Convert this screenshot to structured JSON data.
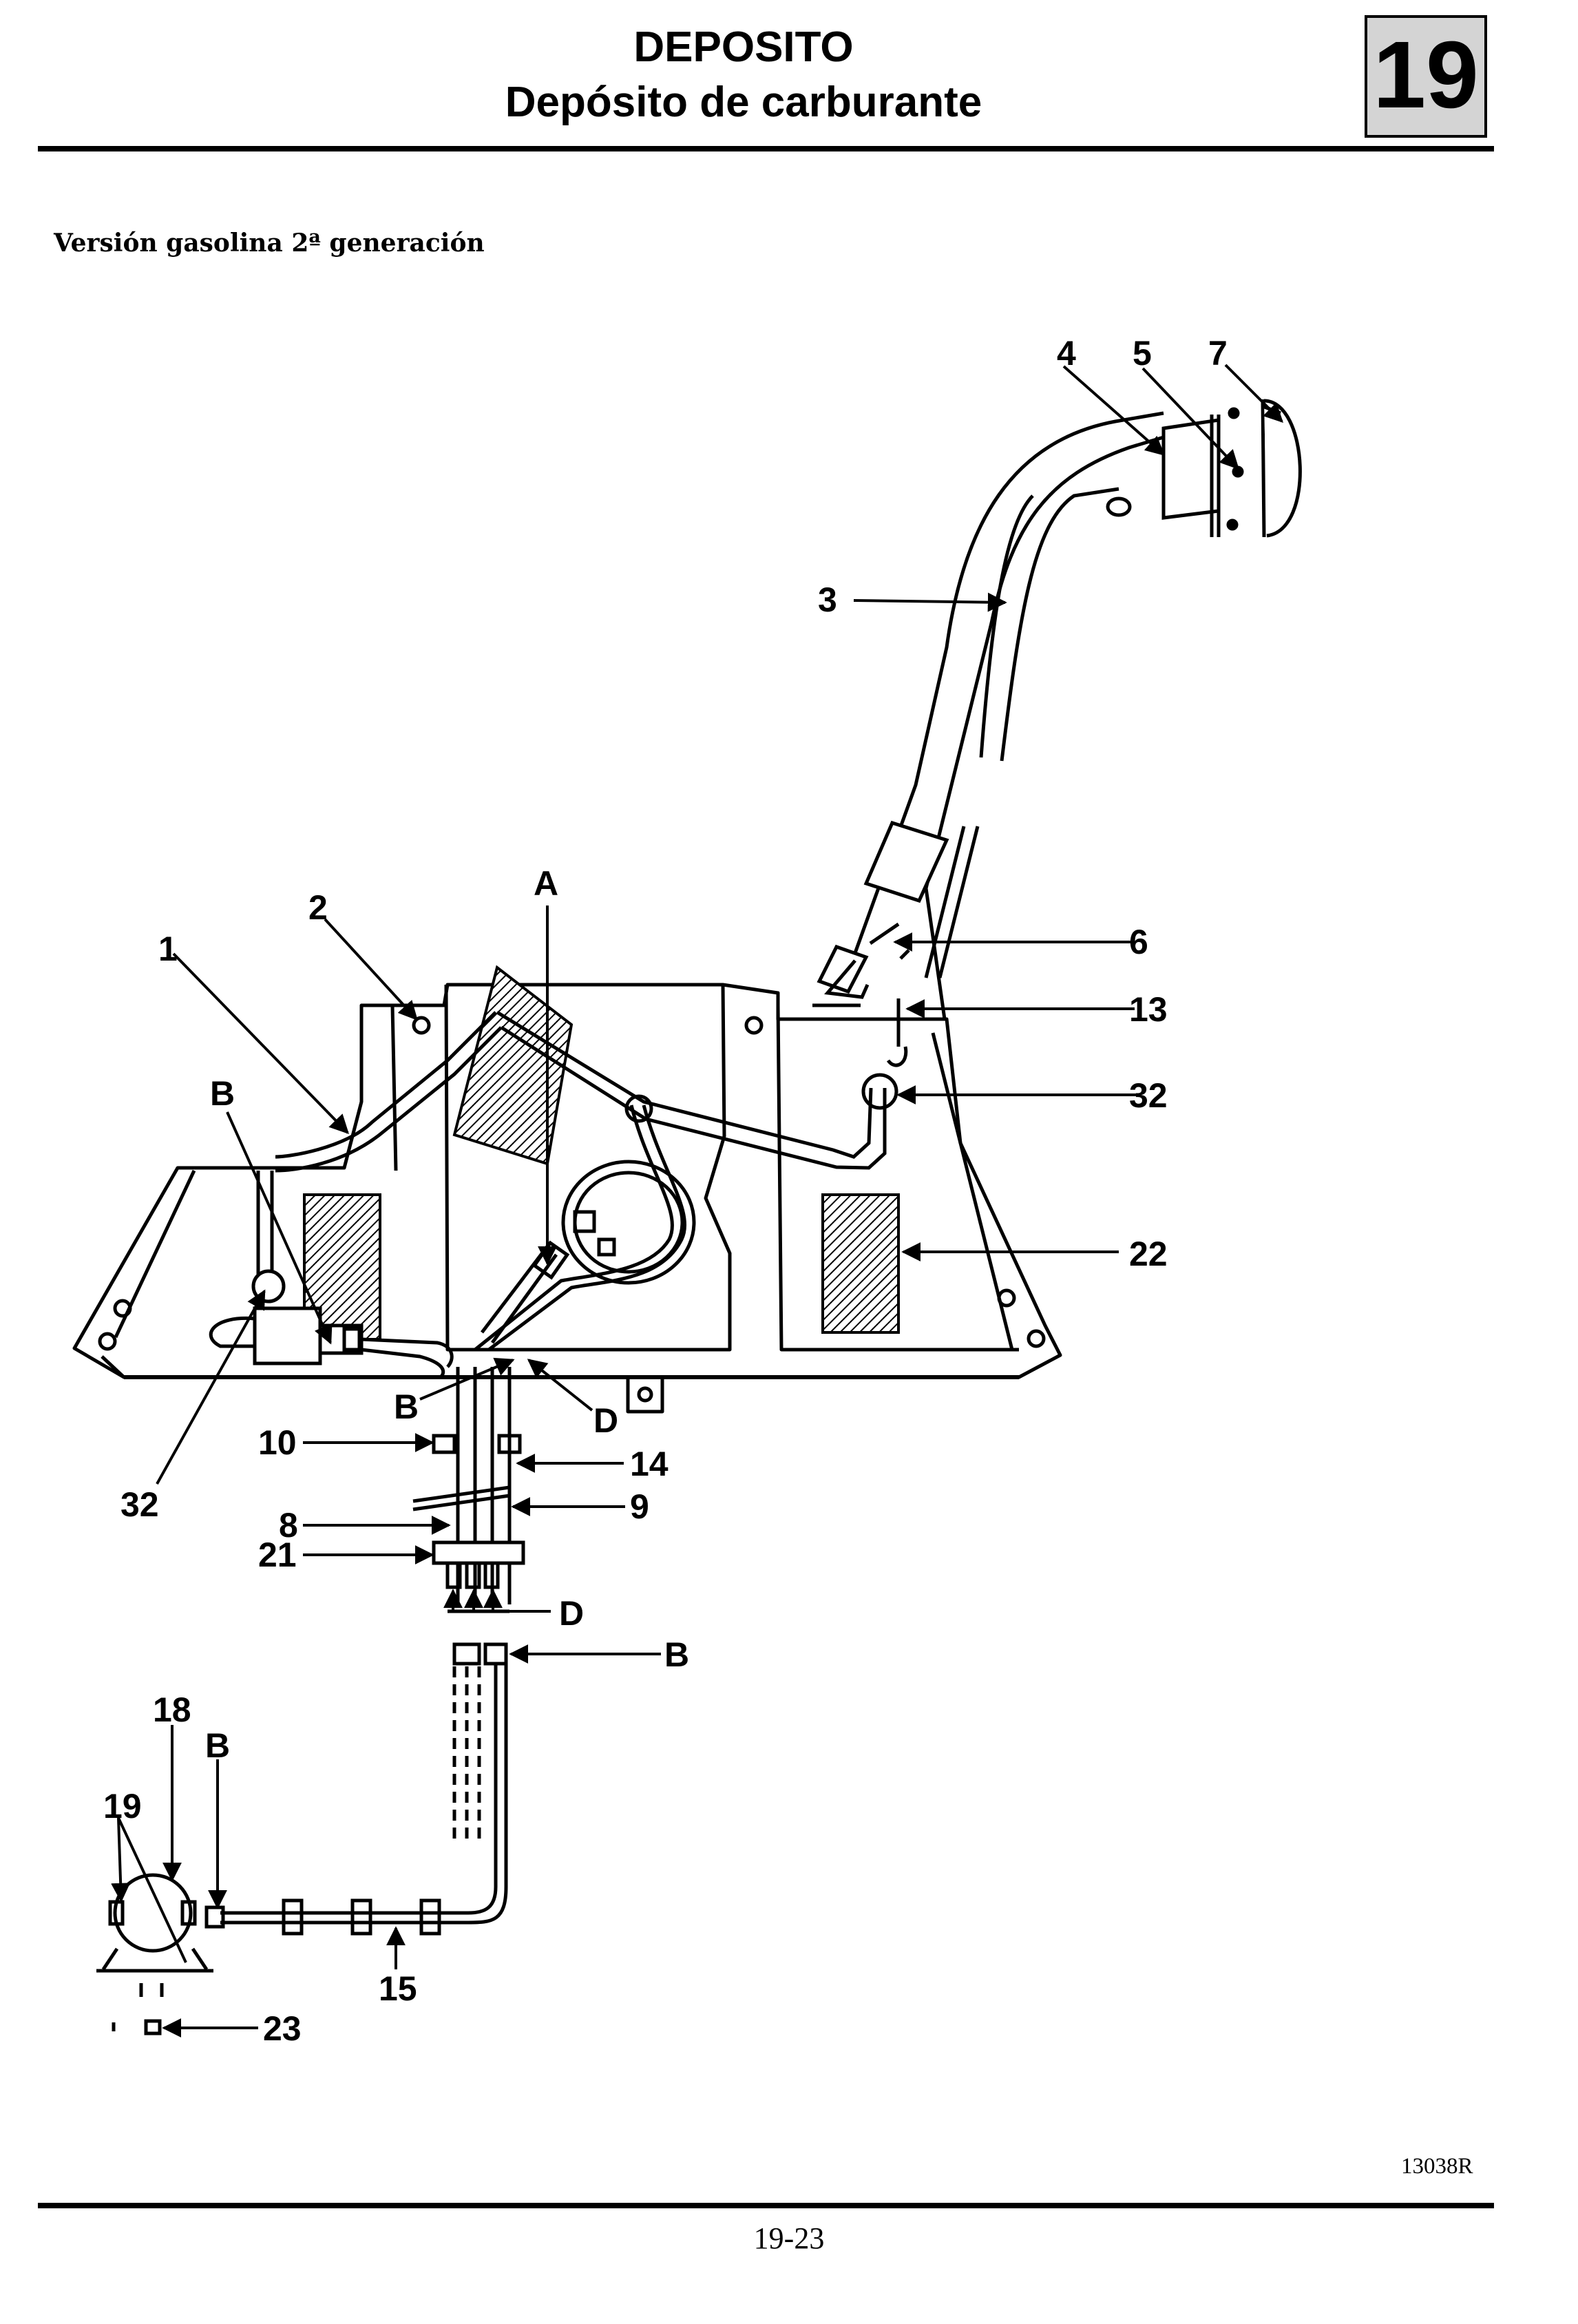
{
  "header": {
    "title_line1": "DEPOSITO",
    "title_line2": "Depósito de carburante",
    "chapter_number": "19"
  },
  "subtitle": "Versión gasolina 2ª generación",
  "diagram": {
    "callouts": {
      "c1": "1",
      "c2": "2",
      "c3": "3",
      "c4": "4",
      "c5": "5",
      "c6": "6",
      "c7": "7",
      "c8": "8",
      "c9": "9",
      "c10": "10",
      "c13": "13",
      "c14": "14",
      "c15": "15",
      "c18": "18",
      "c19": "19",
      "c21": "21",
      "c22": "22",
      "c23": "23",
      "c32a": "32",
      "c32b": "32",
      "cA": "A",
      "cB1": "B",
      "cB2": "B",
      "cB3": "B",
      "cB4": "B",
      "cD1": "D",
      "cD2": "D"
    }
  },
  "footer": {
    "reference": "13038R",
    "page_number": "19-23"
  }
}
